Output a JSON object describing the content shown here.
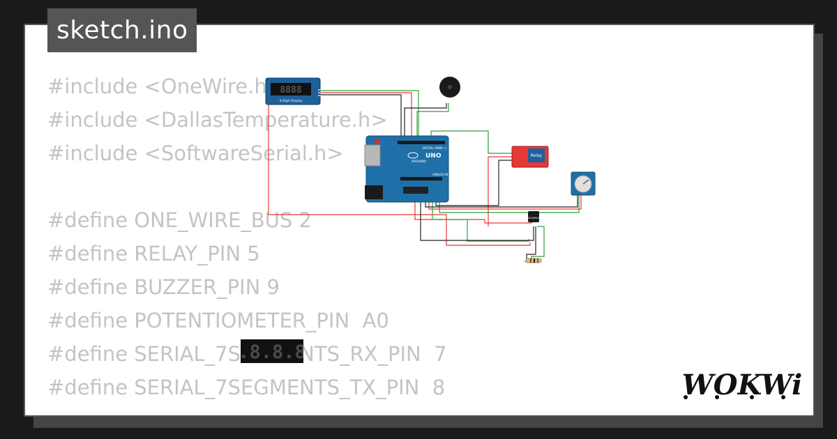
{
  "title": "sketch.ino",
  "code_lines": [
    "#include <OneWire.h>",
    "#include <DallasTemperature.h>",
    "#include <SoftwareSerial.h>",
    "",
    "#define ONE_WIRE_BUS 2",
    "#define RELAY_PIN 5",
    "#define BUZZER_PIN 9",
    "#define POTENTIOMETER_PIN  A0",
    "#define SERIAL_7SEGMENTS_RX_PIN  7",
    "#define SERIAL_7SEGMENTS_TX_PIN  8"
  ],
  "logo_text": "WOKWi",
  "circuit": {
    "display_label": "4-Digit Display",
    "board_label": "UNO",
    "board_brand": "ARDUINO",
    "digital_label": "DIGITAL (PWM ~)",
    "analog_label": "ANALOG IN",
    "relay_label": "Relay",
    "sensor_label": "DS18B20",
    "overlay_digits": "8.8.8.8."
  },
  "colors": {
    "background": "#1a1a1a",
    "card": "#ffffff",
    "tab": "#555555",
    "code_text": "#c4c4c4",
    "board": "#1f6fa8",
    "relay": "#e53935",
    "wire_red": "#e53935",
    "wire_green": "#2e9e3e",
    "wire_black": "#222222"
  }
}
